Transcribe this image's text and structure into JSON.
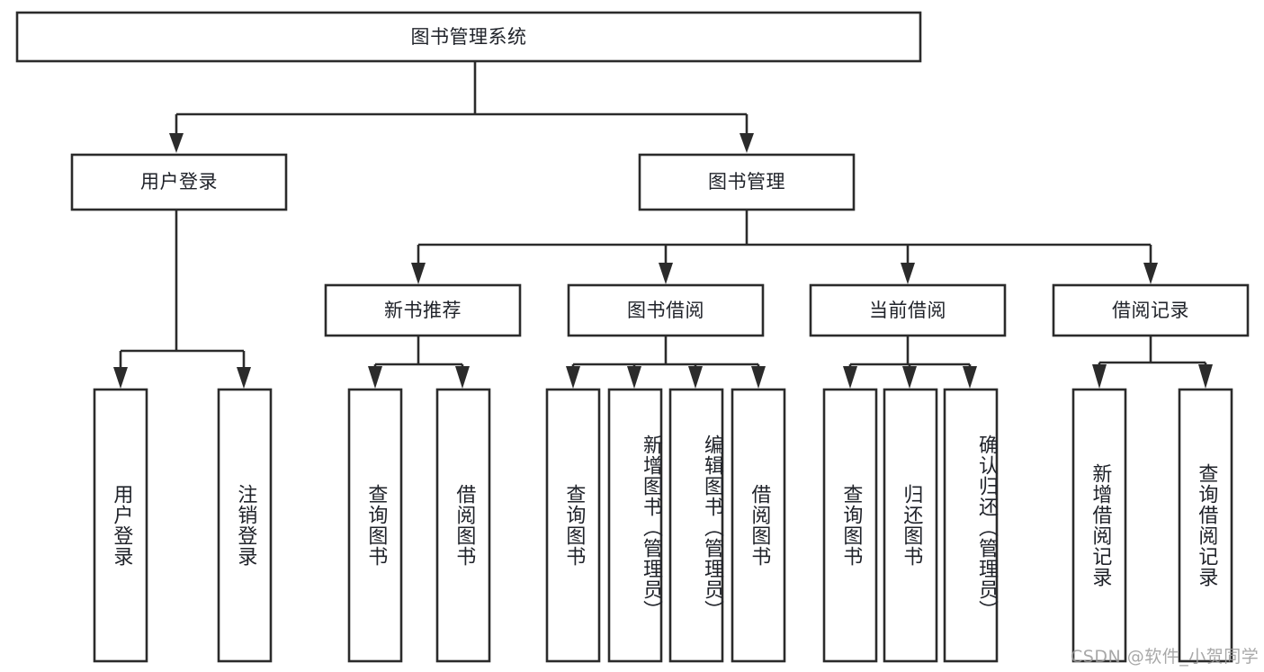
{
  "diagram": {
    "title": "图书管理系统",
    "type": "tree",
    "background_color": "#ffffff",
    "line_color": "#2b2b2b",
    "text_color": "#20232a"
  },
  "root": {
    "label": "图书管理系统"
  },
  "level2": [
    {
      "label": "用户登录"
    },
    {
      "label": "图书管理"
    }
  ],
  "level3": [
    {
      "label": "新书推荐"
    },
    {
      "label": "图书借阅"
    },
    {
      "label": "当前借阅"
    },
    {
      "label": "借阅记录"
    }
  ],
  "leaves": {
    "user_login": [
      {
        "label": "用户登录"
      },
      {
        "label": "注销登录"
      }
    ],
    "new_book": [
      {
        "label": "查询图书"
      },
      {
        "label": "借阅图书"
      }
    ],
    "borrow_book": [
      {
        "label": "查询图书"
      },
      {
        "label": "新增图书（管理员）"
      },
      {
        "label": "编辑图书（管理员）"
      },
      {
        "label": "借阅图书"
      }
    ],
    "current_borrow": [
      {
        "label": "查询图书"
      },
      {
        "label": "归还图书"
      },
      {
        "label": "确认归还（管理员）"
      }
    ],
    "borrow_record": [
      {
        "label": "新增借阅记录"
      },
      {
        "label": "查询借阅记录"
      }
    ]
  },
  "watermark": {
    "text": "CSDN @软件_小贺同学"
  }
}
